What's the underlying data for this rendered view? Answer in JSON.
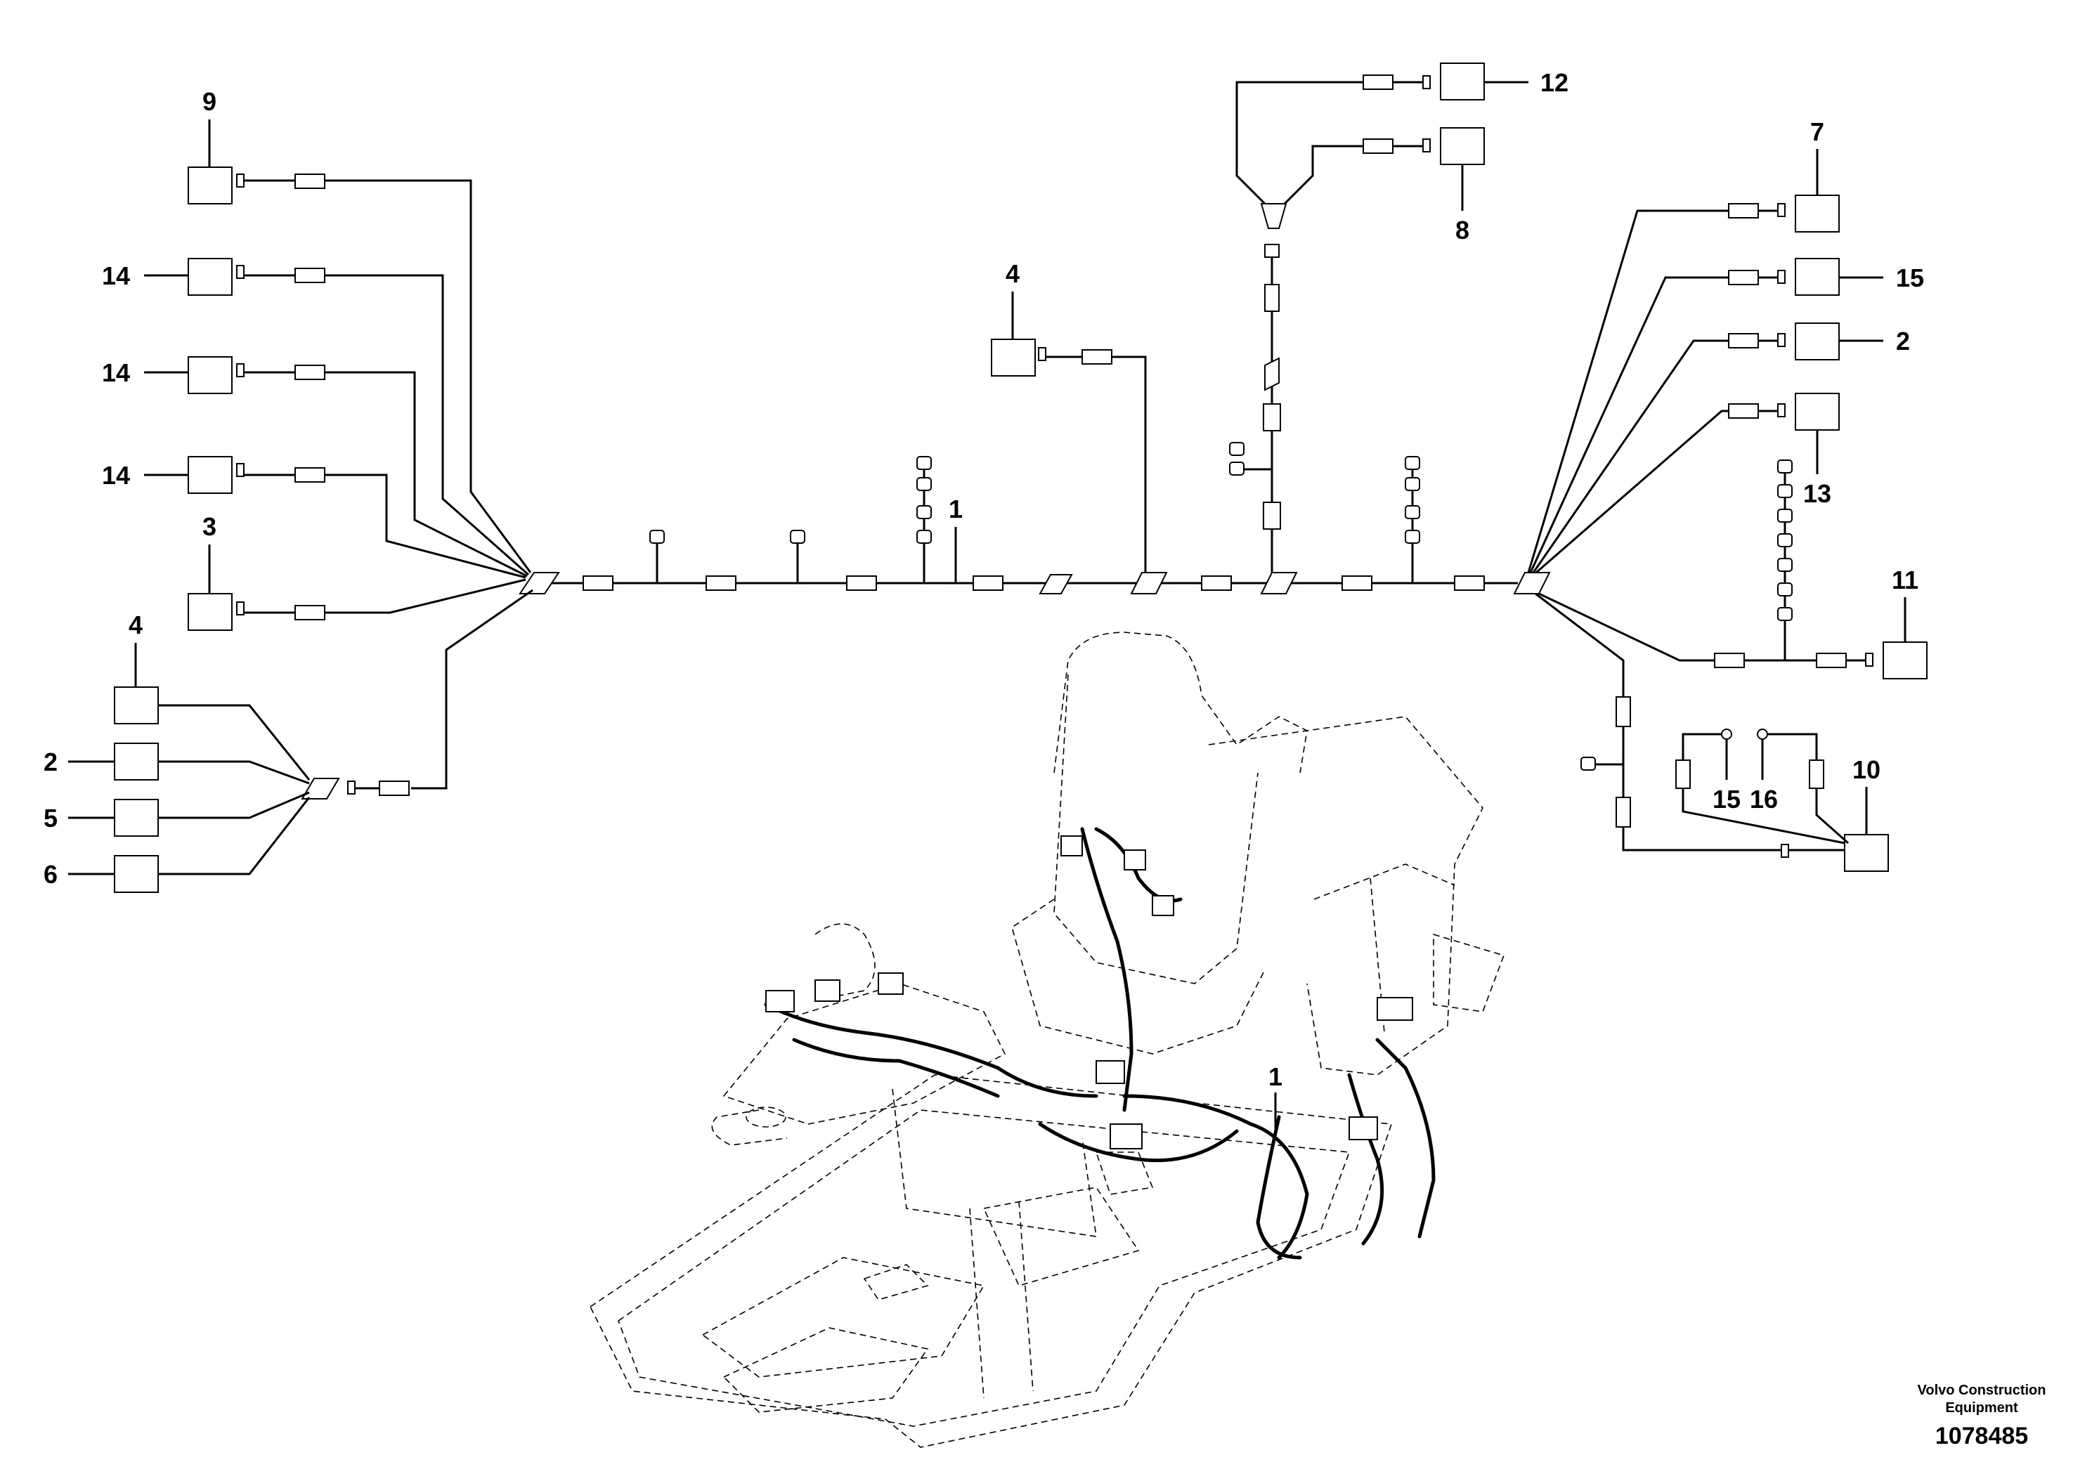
{
  "callouts": {
    "c9": "9",
    "c14a": "14",
    "c14b": "14",
    "c14c": "14",
    "c3": "3",
    "c4_left": "4",
    "c2_left": "2",
    "c5": "5",
    "c6": "6",
    "c4_mid": "4",
    "c1_top": "1",
    "c12": "12",
    "c8": "8",
    "c7": "7",
    "c15_right": "15",
    "c2_right": "2",
    "c13": "13",
    "c11": "11",
    "c10": "10",
    "c15_bottom": "15",
    "c16": "16",
    "c1_bottom": "1"
  },
  "footer": {
    "company_line1": "Volvo Construction",
    "company_line2": "Equipment",
    "drawing_number": "1078485"
  }
}
